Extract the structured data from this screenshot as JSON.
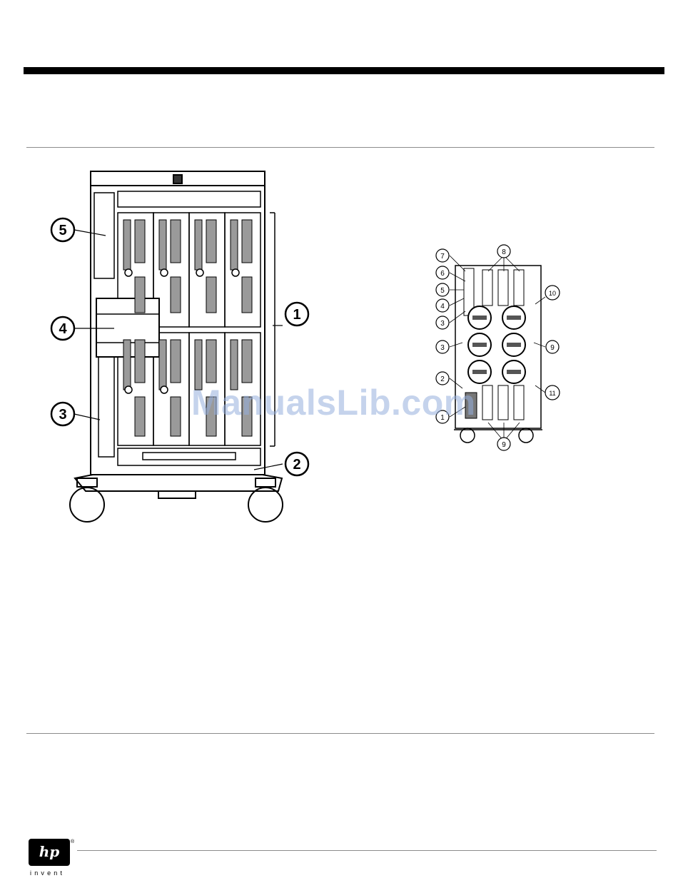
{
  "watermark": "ManualsLib.com",
  "front_view": {
    "callouts": [
      "1",
      "2",
      "3",
      "4",
      "5"
    ]
  },
  "rear_view": {
    "callouts": [
      "1",
      "2",
      "3",
      "3",
      "4",
      "5",
      "6",
      "7",
      "8",
      "9",
      "9",
      "10",
      "11"
    ]
  },
  "footer": {
    "logo_text": "hp",
    "registered": "®",
    "tagline": "invent"
  }
}
